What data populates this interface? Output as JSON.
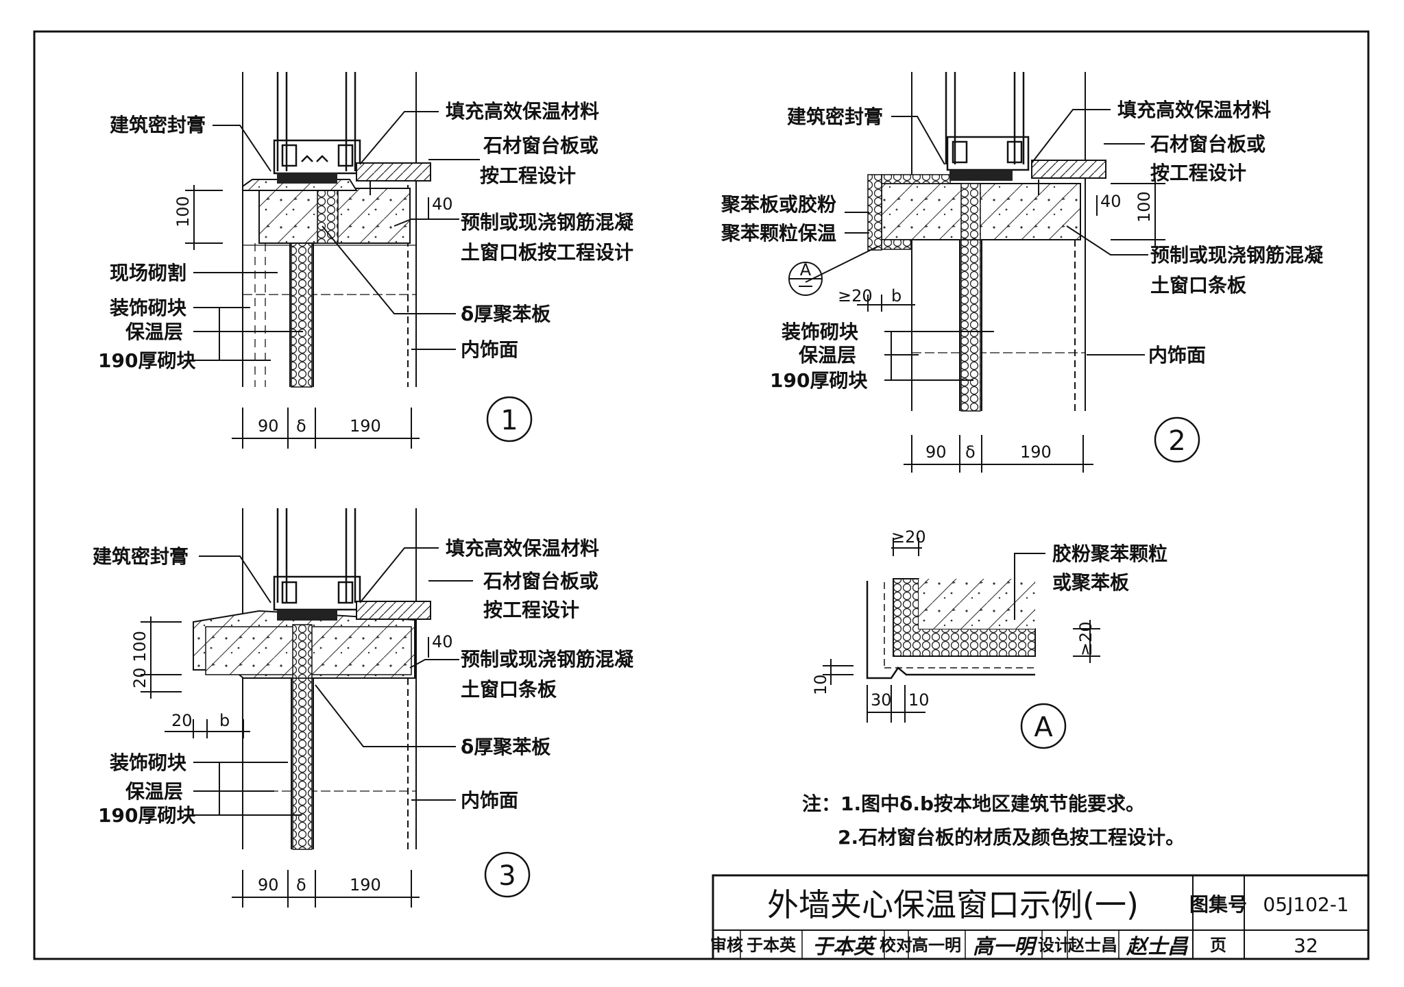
{
  "labels": {
    "sealant": "建筑密封膏",
    "fill_insulation": "填充高效保温材料",
    "stone_sill_1": "石材窗台板或",
    "stone_sill_2": "按工程设计",
    "precast_board_1": "预制或现浇钢筋混凝",
    "precast_board_2": "土窗口板按工程设计",
    "precast_strip_1": "预制或现浇钢筋混凝",
    "precast_strip_2": "土窗口条板",
    "site_cut": "现场砌割",
    "deco_block": "装饰砌块",
    "insulation_layer": "保温层",
    "block_190": "190厚砌块",
    "eps_delta": "δ厚聚苯板",
    "interior_finish": "内饰面",
    "eps_or_glue_1": "聚苯板或胶粉",
    "eps_or_glue_2": "聚苯颗粒保温",
    "glue_eps_1": "胶粉聚苯颗粒",
    "glue_eps_2": "或聚苯板"
  },
  "dims": {
    "d90": "90",
    "delta": "δ",
    "d190": "190",
    "d100": "100",
    "d40": "40",
    "d20": "20",
    "ge20": "≥20",
    "b": "b",
    "d30": "30",
    "d10": "10",
    "d20_100": "20 100"
  },
  "markers": {
    "one": "1",
    "two": "2",
    "three": "3",
    "a": "A"
  },
  "notes": {
    "line1": "注：1.图中δ.b按本地区建筑节能要求。",
    "line2": "2.石材窗台板的材质及颜色按工程设计。"
  },
  "title_block": {
    "title": "外墙夹心保温窗口示例(一)",
    "atlas_label": "图集号",
    "atlas_no": "05J102-1",
    "review_label": "审核",
    "reviewer": "于本英",
    "reviewer_sig": "于本英",
    "check_label": "校对",
    "checker": "高一明",
    "checker_sig": "高一明",
    "design_label": "设计",
    "designer": "赵士昌",
    "designer_sig": "赵士昌",
    "page_label": "页",
    "page_no": "32"
  }
}
